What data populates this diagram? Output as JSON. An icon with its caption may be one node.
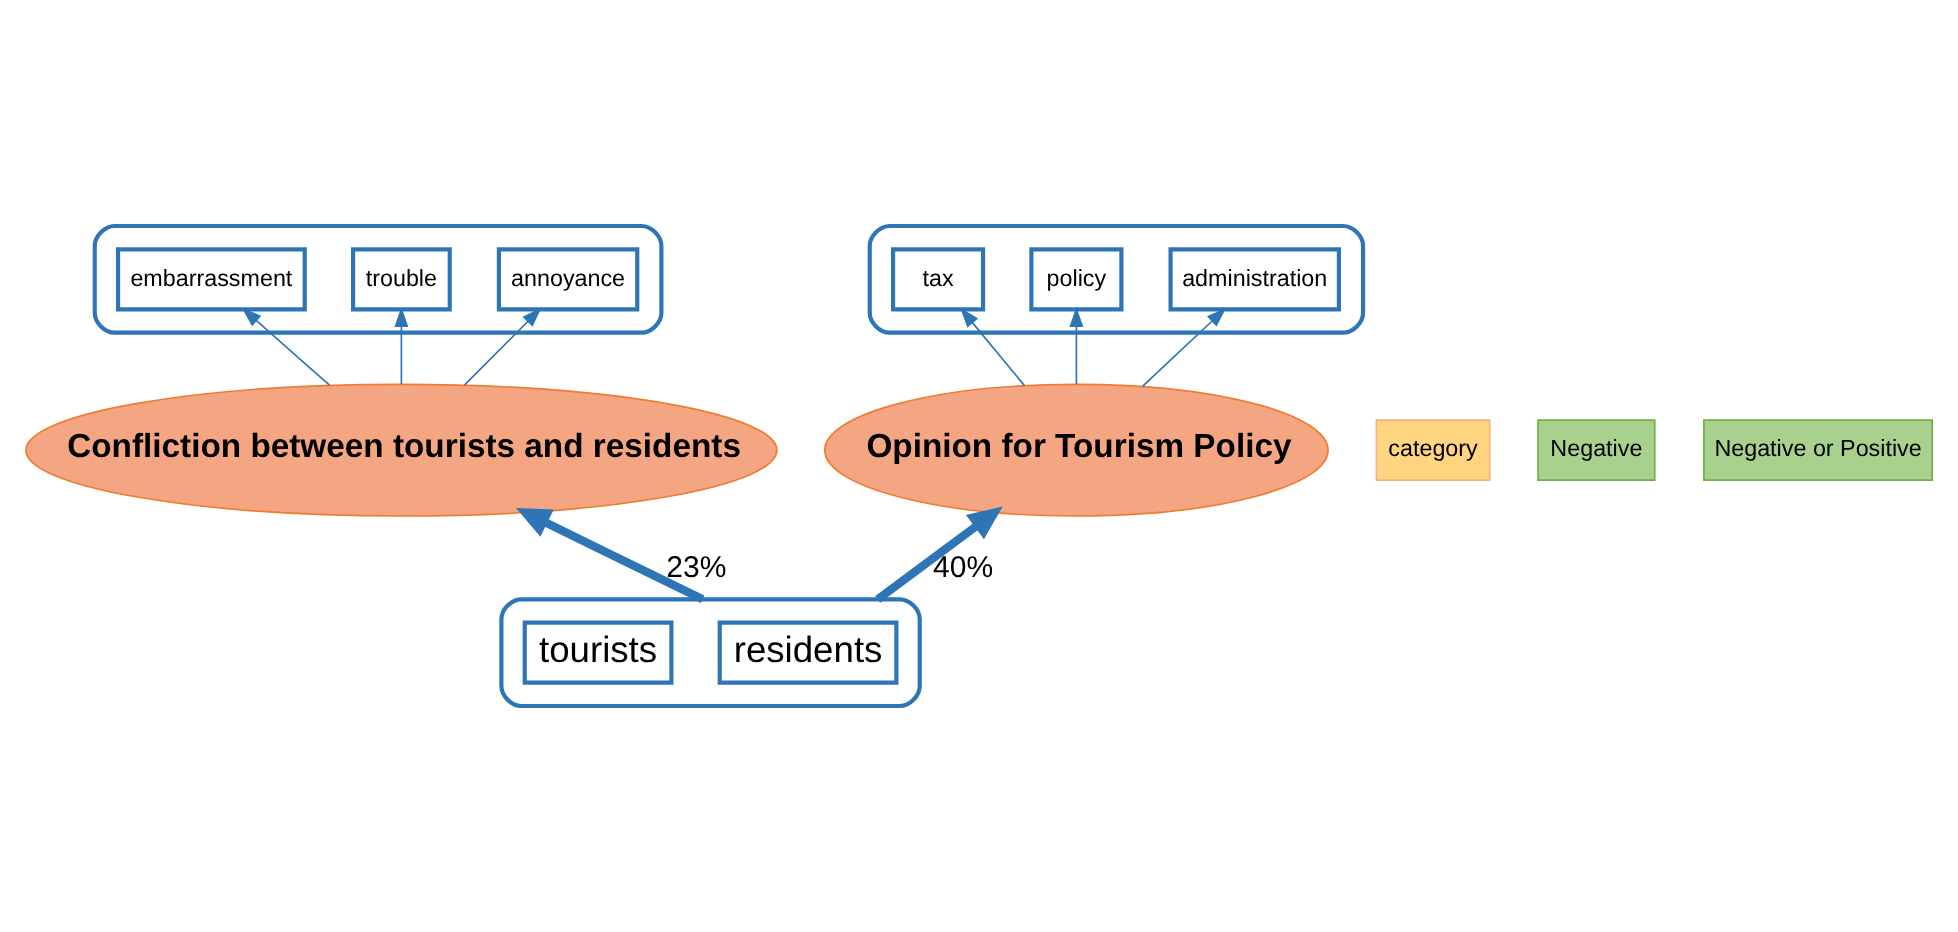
{
  "diagram": {
    "nodes": [
      {
        "text": [],
        "shape": "ellipse"
      },
      {
        "text": [
          "embarrassment"
        ],
        "in": 0
      },
      {
        "text": [
          "trouble"
        ],
        "in": 0
      },
      {
        "text": [
          "annoyance"
        ],
        "in": 0
      },
      {
        "text": [],
        "shape": "ellipse"
      },
      {
        "text": [
          "tax"
        ],
        "in": 4
      },
      {
        "text": [
          "policy"
        ],
        "in": 4
      },
      {
        "text": [
          "administration"
        ],
        "in": 4
      },
      {
        "text": [
          "category"
        ]
      },
      {
        "text": [
          "Confliction between tourists and residents"
        ]
      },
      {
        "text": [
          "Negative"
        ]
      },
      {
        "text": [
          "Opinion for Tourism Policy"
        ]
      },
      {
        "text": [
          "Negative or Positive"
        ]
      },
      {
        "text": [],
        "shape": "ellipse"
      },
      {
        "text": [
          "residents"
        ],
        "in": 13
      },
      {
        "text": [
          "tourists"
        ],
        "in": 13
      }
    ],
    "edges": [
      {
        "from": 9,
        "to": 1,
        "arrow": "to"
      },
      {
        "from": 9,
        "to": 2,
        "arrow": "to"
      },
      {
        "from": 9,
        "to": 3,
        "arrow": "to"
      },
      {
        "from": 11,
        "to": 5,
        "arrow": "to"
      },
      {
        "from": 11,
        "to": 6,
        "arrow": "to"
      },
      {
        "from": 11,
        "to": 7,
        "arrow": "to"
      },
      {
        "from": 13,
        "to": 9,
        "arrow": "to",
        "style": "thick",
        "label": "23%"
      },
      {
        "from": 13,
        "to": 11,
        "arrow": "to",
        "style": "thick",
        "label": "40%"
      }
    ]
  }
}
